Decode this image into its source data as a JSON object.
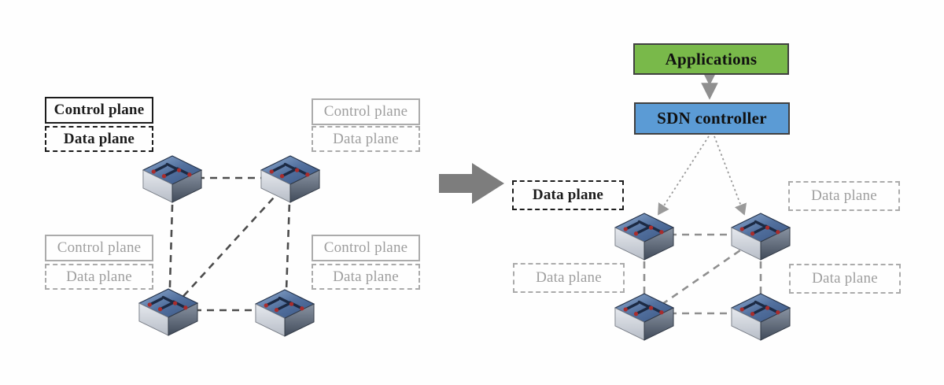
{
  "left_panel": {
    "nodes": [
      {
        "control_label": "Control plane",
        "data_label": "Data plane",
        "highlighted": true
      },
      {
        "control_label": "Control plane",
        "data_label": "Data plane",
        "highlighted": false
      },
      {
        "control_label": "Control plane",
        "data_label": "Data plane",
        "highlighted": false
      },
      {
        "control_label": "Control plane",
        "data_label": "Data plane",
        "highlighted": false
      }
    ]
  },
  "right_panel": {
    "applications_label": "Applications",
    "controller_label": "SDN controller",
    "data_plane_labels": [
      {
        "label": "Data plane",
        "highlighted": true
      },
      {
        "label": "Data plane",
        "highlighted": false
      },
      {
        "label": "Data plane",
        "highlighted": false
      },
      {
        "label": "Data plane",
        "highlighted": false
      }
    ]
  },
  "icons": {
    "network_switch": "isometric-network-switch",
    "transform_arrow": "right-block-arrow",
    "app_controller_link": "double-headed-vertical-arrow",
    "controller_switch_link": "dotted-arrow-down"
  },
  "colors": {
    "applications_fill": "#79b94a",
    "controller_fill": "#5b9bd5",
    "system_box_border": "#404040",
    "highlight_text": "#1c1c1c",
    "muted_text": "#9e9e9e",
    "muted_border": "#ababab",
    "left_link_dash": "#4d4d4d",
    "right_link_dash": "#8f8f8f",
    "dotted_link": "#9a9a9a",
    "block_arrow": "#7d7d7d",
    "switch_top": "#4a6794",
    "switch_arrow_tip": "#a82c2c"
  }
}
